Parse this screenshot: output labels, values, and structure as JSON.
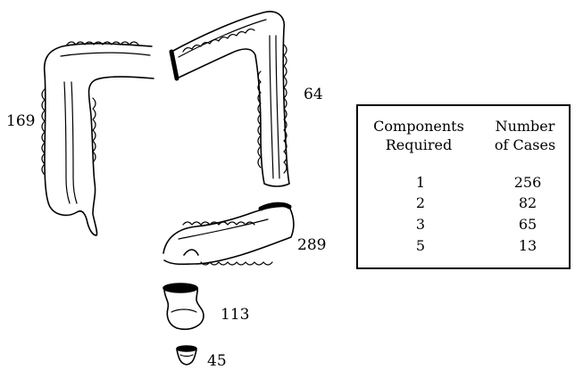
{
  "diagram": {
    "segment_labels": {
      "right_colon": "169",
      "transverse_left_colon": "64",
      "sigmoid_rectum": "289",
      "cup_upper": "113",
      "cup_small": "45"
    }
  },
  "table": {
    "header_components_line1": "Components",
    "header_components_line2": "Required",
    "header_cases_line1": "Number",
    "header_cases_line2": "of Cases",
    "rows": [
      {
        "components": "1",
        "cases": "256"
      },
      {
        "components": "2",
        "cases": "82"
      },
      {
        "components": "3",
        "cases": "65"
      },
      {
        "components": "5",
        "cases": "13"
      }
    ]
  }
}
